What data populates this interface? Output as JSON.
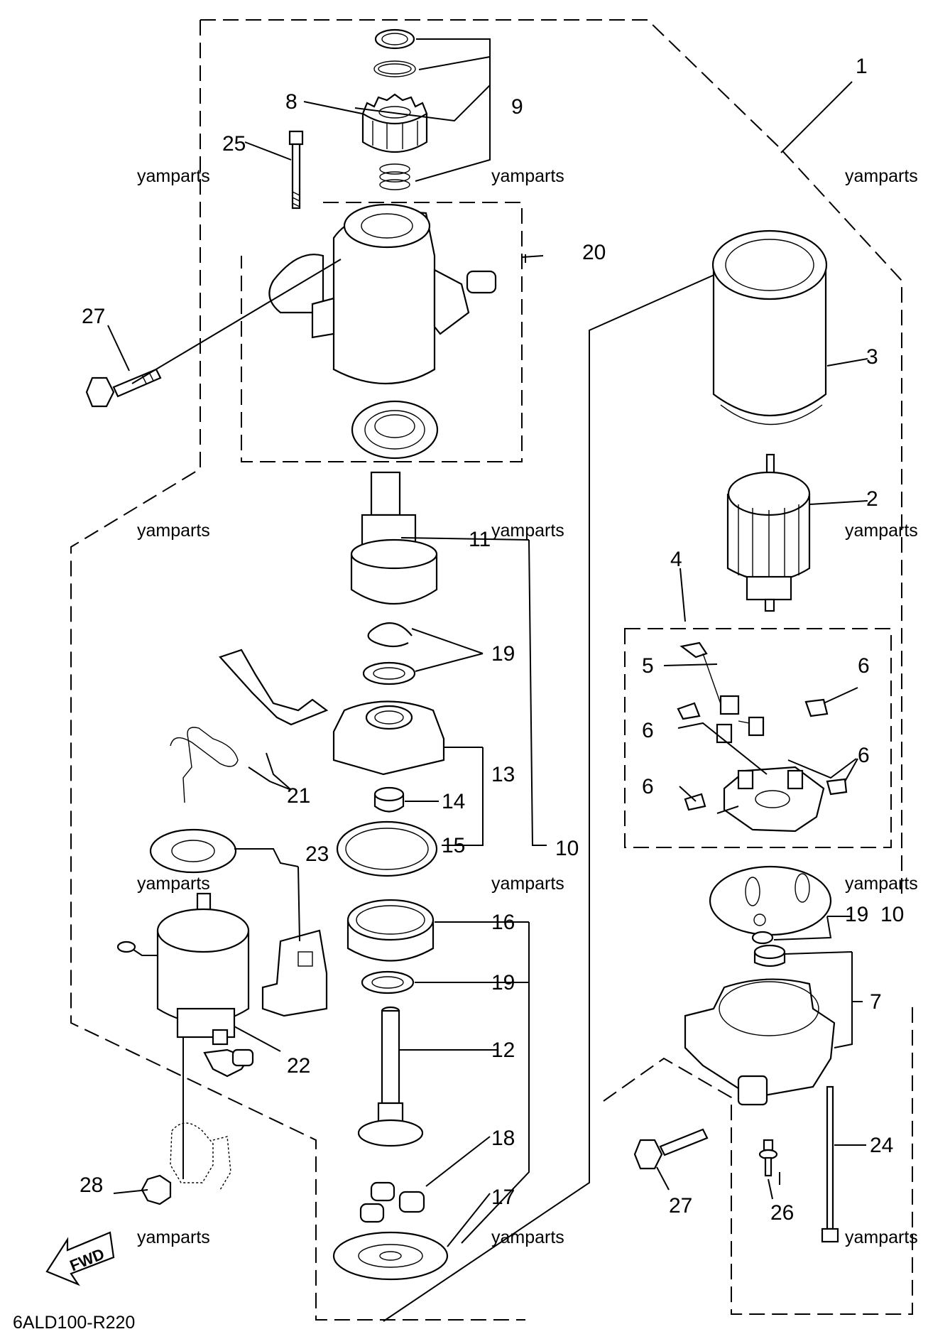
{
  "callouts": {
    "c1": "1",
    "c2": "2",
    "c3": "3",
    "c4": "4",
    "c5": "5",
    "c6a": "6",
    "c6b": "6",
    "c6c": "6",
    "c6d": "6",
    "c7": "7",
    "c8": "8",
    "c9": "9",
    "c10a": "10",
    "c10b": "10",
    "c11": "11",
    "c12": "12",
    "c13": "13",
    "c14": "14",
    "c15": "15",
    "c16": "16",
    "c17": "17",
    "c18": "18",
    "c19a": "19",
    "c19b": "19",
    "c19c": "19",
    "c20": "20",
    "c21": "21",
    "c22": "22",
    "c23": "23",
    "c24": "24",
    "c25": "25",
    "c26": "26",
    "c27a": "27",
    "c27b": "27",
    "c28": "28"
  },
  "watermark": "yamparts",
  "fwd_label": "FWD",
  "diagram_code": "6ALD100-R220"
}
